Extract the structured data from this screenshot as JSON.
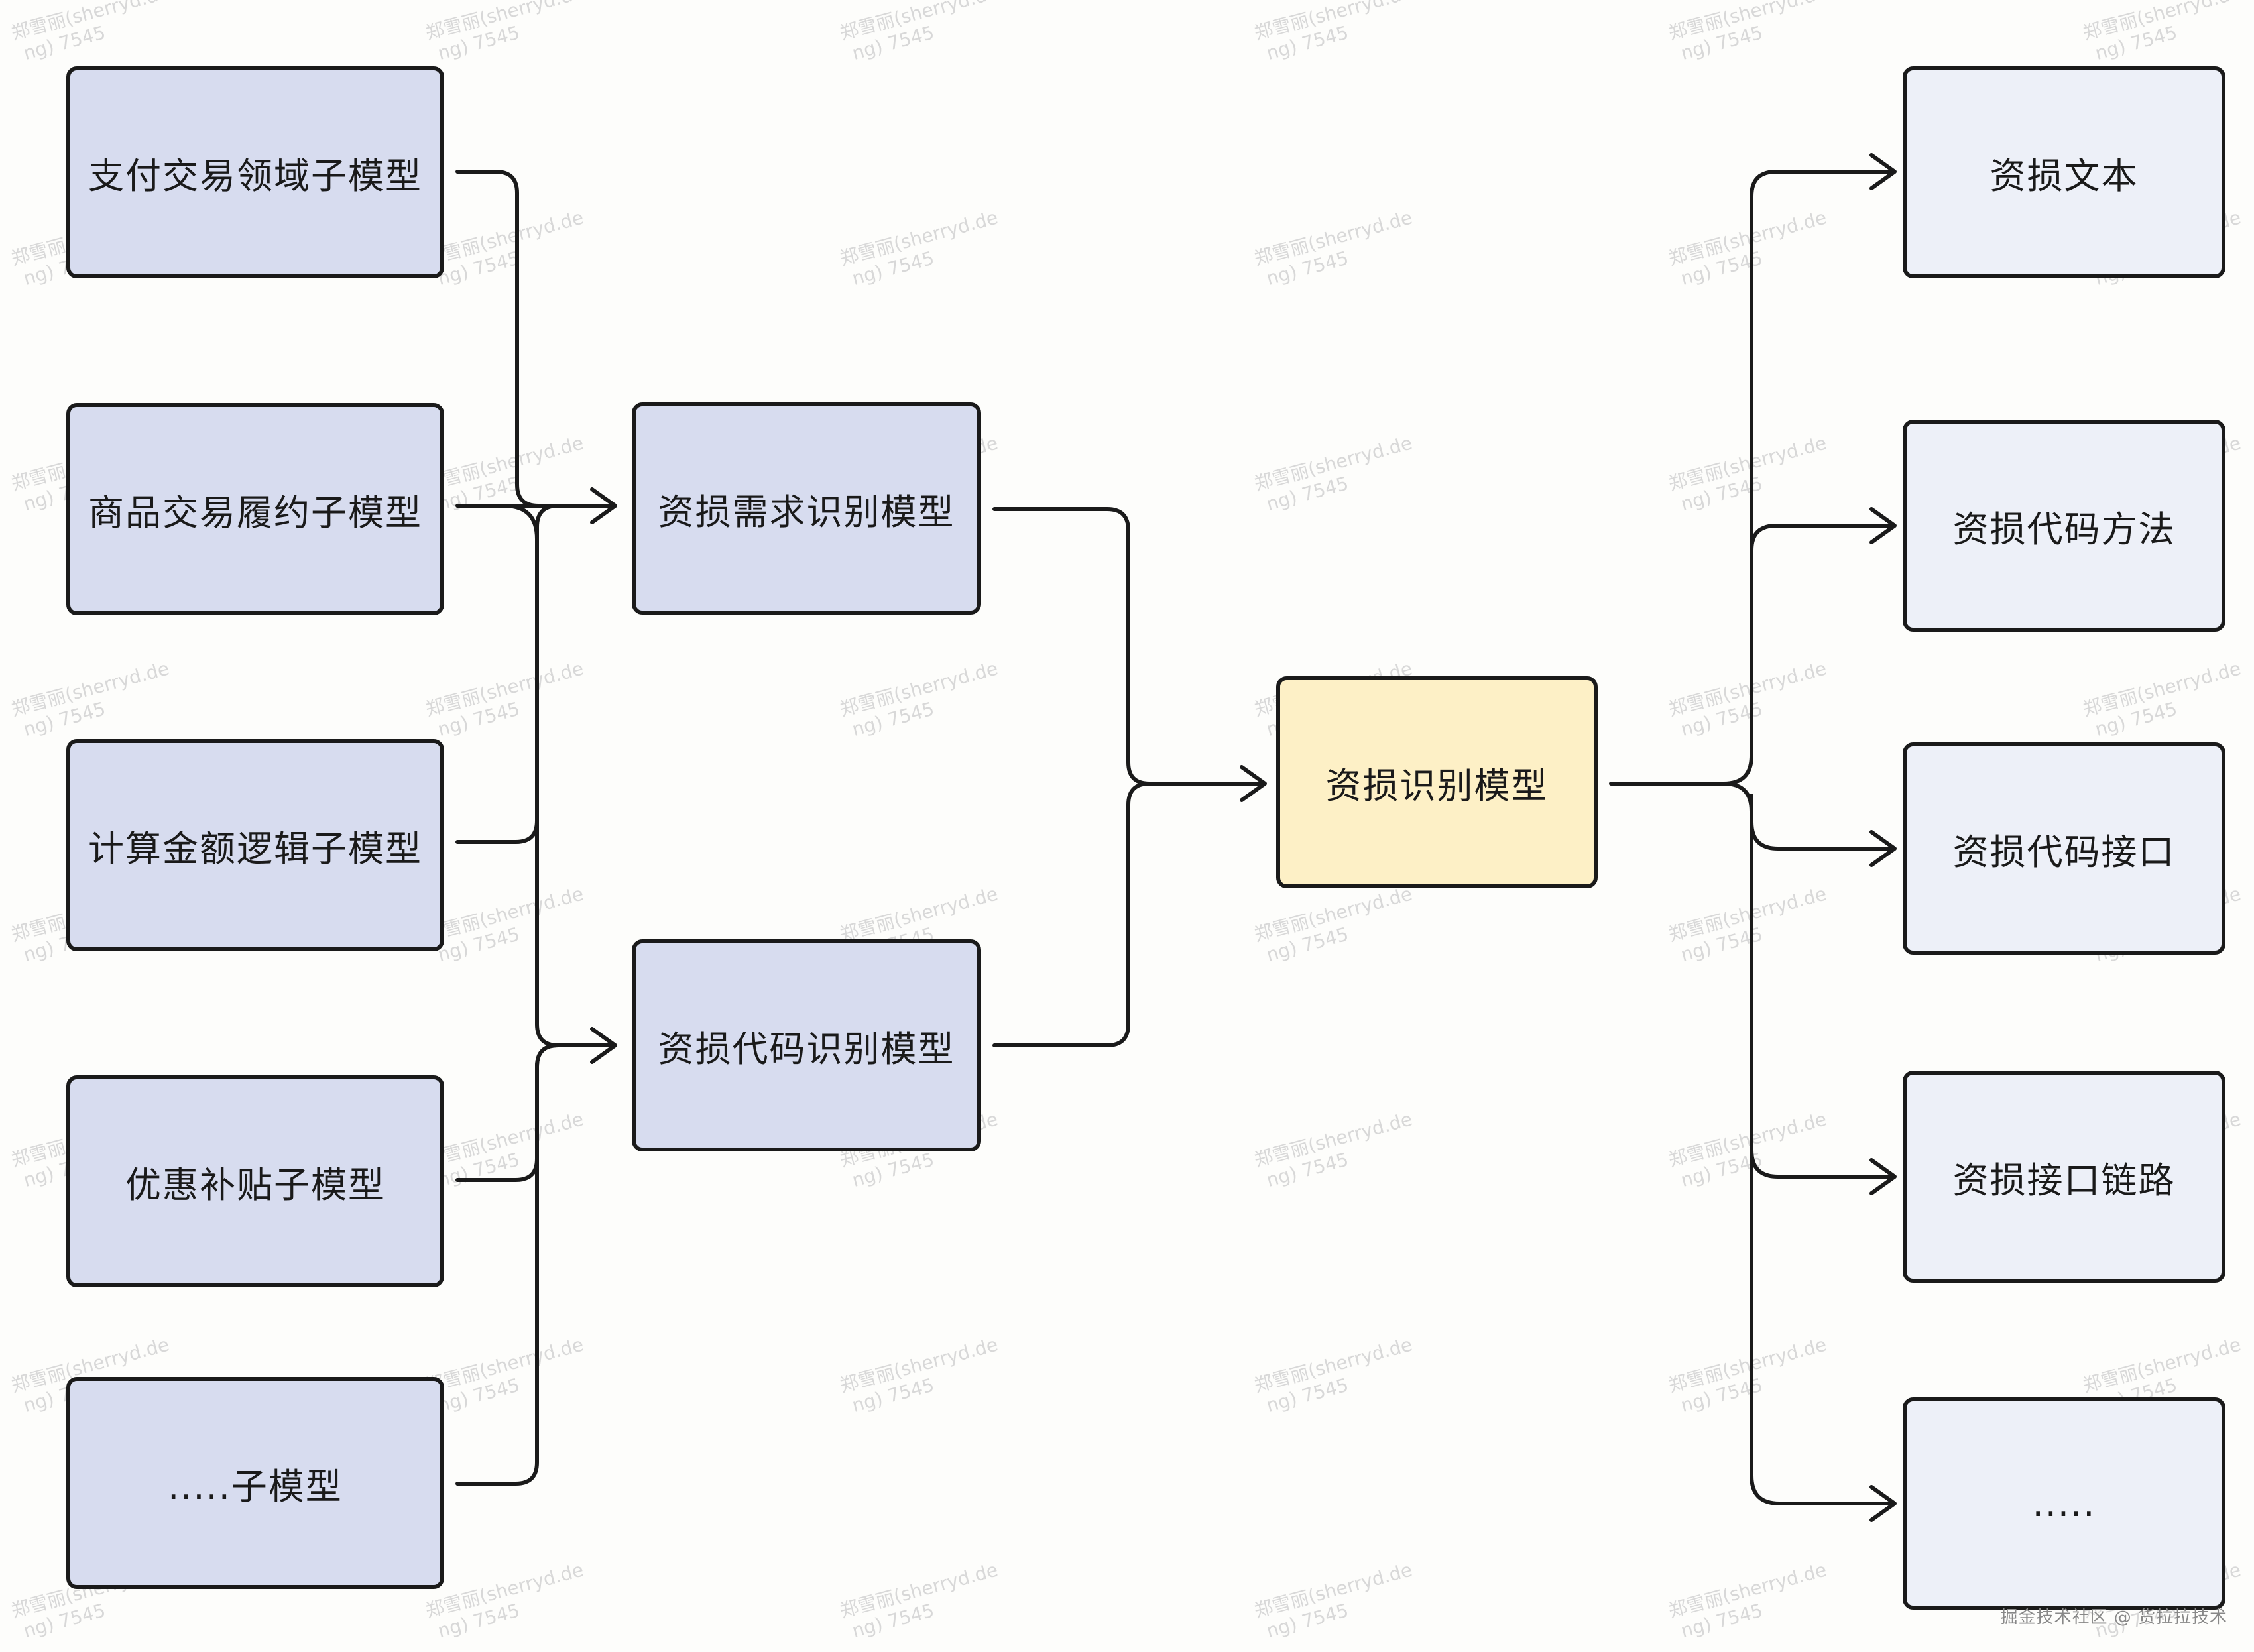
{
  "diagram": {
    "source_models": {
      "payment": "支付交易领域子模型",
      "goods": "商品交易履约子模型",
      "amount": "计算金额逻辑子模型",
      "subsidy": "优惠补贴子模型",
      "more": ".....子模型"
    },
    "mid_models": {
      "demand": "资损需求识别模型",
      "code": "资损代码识别模型"
    },
    "core_model": "资损识别模型",
    "outputs": {
      "text": "资损文本",
      "method": "资损代码方法",
      "interface": "资损代码接口",
      "chain": "资损接口链路",
      "more": "....."
    },
    "colors": {
      "source_fill": "#d7dcef",
      "core_fill": "#fdf0c6",
      "output_fill": "#edf0f8",
      "stroke": "#1a1a1a"
    }
  },
  "watermark": {
    "line1": "郑雪丽(sherryd.de",
    "line2": "ng) 7545"
  },
  "credit": "掘金技术社区 @ 货拉拉技术"
}
